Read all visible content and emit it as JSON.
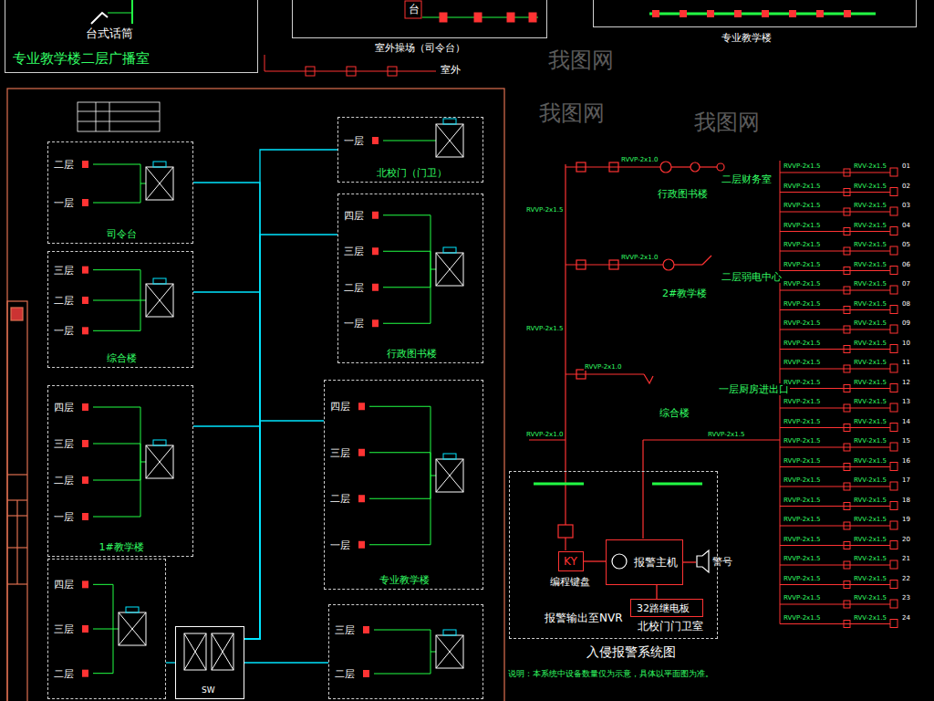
{
  "diagram": {
    "nodes": [
      {
        "text": [
          "台式话筒",
          "专业教学楼二层广播室"
        ]
      },
      {
        "text": [
          "台",
          "室外操场（司令台）"
        ]
      },
      {
        "text": [
          "专业教学楼"
        ]
      },
      {
        "text": [
          "二层",
          "一层",
          "司令台"
        ]
      },
      {
        "text": [
          "三层",
          "二层",
          "一层",
          "综合楼"
        ]
      },
      {
        "text": [
          "四层",
          "三层",
          "二层",
          "一层",
          "1#教学楼"
        ]
      },
      {
        "text": [
          "四层",
          "三层",
          "二层"
        ]
      },
      {
        "text": [
          "一层",
          "北校门（门卫）"
        ]
      },
      {
        "text": [
          "四层",
          "三层",
          "二层",
          "一层",
          "行政图书楼"
        ]
      },
      {
        "text": [
          "四层",
          "三层",
          "二层",
          "一层",
          "专业教学楼"
        ]
      },
      {
        "text": [
          "三层",
          "二层"
        ]
      },
      {
        "text": [
          "SW"
        ]
      },
      {
        "text": [
          "北校门门卫室"
        ]
      },
      {
        "text": [
          "报警主机"
        ],
        "in": 12
      },
      {
        "text": [
          "KY",
          "编程键盘"
        ],
        "in": 12
      },
      {
        "text": [
          "警号"
        ],
        "in": 12
      },
      {
        "text": [
          "32路继电板"
        ],
        "in": 12
      }
    ],
    "edges": [
      {
        "from": 11,
        "to": 3,
        "arrow": "none"
      },
      {
        "from": 11,
        "to": 4,
        "arrow": "none"
      },
      {
        "from": 11,
        "to": 5,
        "arrow": "none"
      },
      {
        "from": 11,
        "to": 6,
        "arrow": "none"
      },
      {
        "from": 11,
        "to": 7,
        "arrow": "none"
      },
      {
        "from": 11,
        "to": 8,
        "arrow": "none"
      },
      {
        "from": 11,
        "to": 9,
        "arrow": "none"
      },
      {
        "from": 11,
        "to": 10,
        "arrow": "none"
      },
      {
        "from": 13,
        "to": 14,
        "arrow": "none"
      },
      {
        "from": 13,
        "to": 15,
        "arrow": "none"
      },
      {
        "from": 13,
        "to": 16,
        "arrow": "none"
      }
    ],
    "labels": [
      "室外",
      "二层财务室",
      "行政图书楼",
      "二层弱电中心",
      "2#教学楼",
      "一层厨房进出口",
      "综合楼",
      "报警输出至NVR",
      "入侵报警系统图",
      "说明：本系统中设备数量仅为示意，具体以平面图为准。",
      "RVVP-2x1.0",
      "RVVP-2x1.0",
      "RVVP-2x1.0",
      "RVVP-2x1.5",
      "RVVP-2x1.5",
      "RVVP-2x1.0",
      "RVVP-2x1.5",
      "我图网",
      "我图网",
      "我图网",
      "RVVP-2x1.5",
      "RVV-2x1.5",
      "01",
      "RVVP-2x1.5",
      "RVV-2x1.5",
      "02",
      "RVVP-2x1.5",
      "RVV-2x1.5",
      "03",
      "RVVP-2x1.5",
      "RVV-2x1.5",
      "04",
      "RVVP-2x1.5",
      "RVV-2x1.5",
      "05",
      "RVVP-2x1.5",
      "RVV-2x1.5",
      "06",
      "RVVP-2x1.5",
      "RVV-2x1.5",
      "07",
      "RVVP-2x1.5",
      "RVV-2x1.5",
      "08",
      "RVVP-2x1.5",
      "RVV-2x1.5",
      "09",
      "RVVP-2x1.5",
      "RVV-2x1.5",
      "10",
      "RVVP-2x1.5",
      "RVV-2x1.5",
      "11",
      "RVVP-2x1.5",
      "RVV-2x1.5",
      "12",
      "RVVP-2x1.5",
      "RVV-2x1.5",
      "13",
      "RVVP-2x1.5",
      "RVV-2x1.5",
      "14",
      "RVVP-2x1.5",
      "RVV-2x1.5",
      "15",
      "RVVP-2x1.5",
      "RVV-2x1.5",
      "16",
      "RVVP-2x1.5",
      "RVV-2x1.5",
      "17",
      "RVVP-2x1.5",
      "RVV-2x1.5",
      "18",
      "RVVP-2x1.5",
      "RVV-2x1.5",
      "19",
      "RVVP-2x1.5",
      "RVV-2x1.5",
      "20",
      "RVVP-2x1.5",
      "RVV-2x1.5",
      "21",
      "RVVP-2x1.5",
      "RVV-2x1.5",
      "22",
      "RVVP-2x1.5",
      "RVV-2x1.5",
      "23",
      "RVVP-2x1.5",
      "RVV-2x1.5",
      "24"
    ]
  }
}
